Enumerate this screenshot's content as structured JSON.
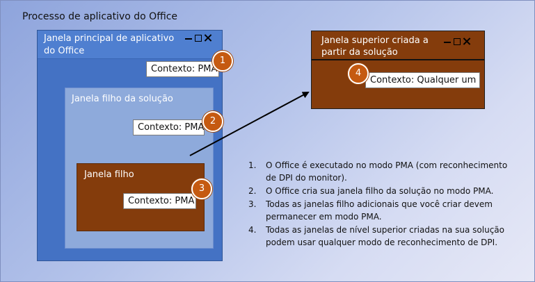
{
  "diagram": {
    "process_title": "Processo de aplicativo do Office",
    "main_window": {
      "title": "Janela principal de aplicativo do Office",
      "context": "Contexto: PMA",
      "badge": "1"
    },
    "solution_child_window": {
      "title": "Janela filho da solução",
      "context": "Contexto: PMA",
      "badge": "2"
    },
    "child_window": {
      "title": "Janela filho",
      "context": "Contexto: PMA",
      "badge": "3"
    },
    "top_level_window": {
      "title": "Janela superior criada a partir da solução",
      "context": "Contexto: Qualquer um",
      "badge": "4"
    },
    "notes": [
      {
        "num": "1.",
        "text": "O Office é executado no modo PMA (com reconhecimento de DPI do monitor)."
      },
      {
        "num": "2.",
        "text": "O Office cria sua janela filho da solução no modo PMA."
      },
      {
        "num": "3.",
        "text": "Todas as janelas filho adicionais que você criar devem permanecer em modo PMA."
      },
      {
        "num": "4.",
        "text": "Todas as janelas de nível superior criadas na sua solução podem usar qualquer modo de reconhecimento de DPI."
      }
    ]
  },
  "colors": {
    "main_window": "#4472c4",
    "solution_child": "#8eaadb",
    "child_window": "#843c0c",
    "badge": "#c55a11"
  },
  "icons": [
    "minimize-icon",
    "maximize-icon",
    "close-icon"
  ]
}
